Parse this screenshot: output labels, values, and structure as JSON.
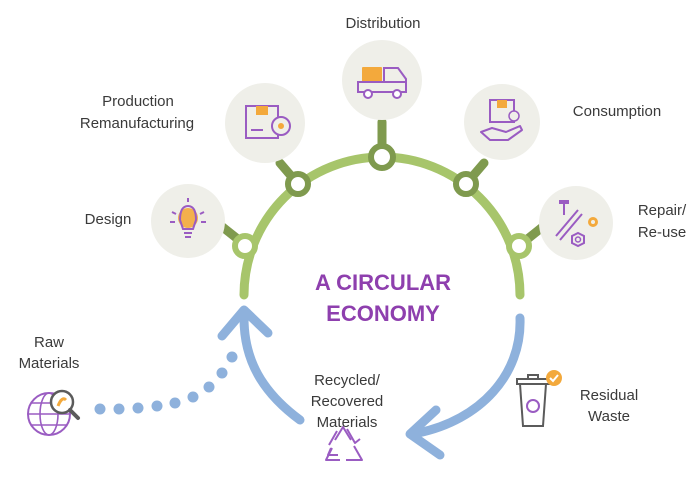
{
  "title": {
    "line1": "A CIRCULAR",
    "line2": "ECONOMY"
  },
  "stages": {
    "distribution": {
      "label": "Distribution",
      "icon": "delivery-truck-icon"
    },
    "production": {
      "line1": "Production",
      "line2": "Remanufacturing",
      "icon": "package-gear-icon"
    },
    "consumption": {
      "label": "Consumption",
      "icon": "hand-box-icon"
    },
    "design": {
      "label": "Design",
      "icon": "lightbulb-icon"
    },
    "repair": {
      "line1": "Repair/",
      "line2": "Re-use",
      "icon": "wrench-gear-icon"
    }
  },
  "inputs": {
    "raw_materials": {
      "line1": "Raw",
      "line2": "Materials",
      "icon": "globe-search-icon"
    }
  },
  "outputs": {
    "recycled": {
      "line1": "Recycled/",
      "line2": "Recovered",
      "line3": "Materials",
      "icon": "recycle-icon"
    },
    "residual": {
      "line1": "Residual",
      "line2": "Waste",
      "icon": "recycle-bin-icon"
    }
  },
  "colors": {
    "arc_green": "#a7c56b",
    "node_green": "#7f9a4e",
    "flow_blue": "#8eb1dc",
    "title_purple": "#8e3fae",
    "icon_orange": "#f3a93c",
    "icon_purple": "#9a5cc2",
    "icon_circle": "#efefe9"
  }
}
